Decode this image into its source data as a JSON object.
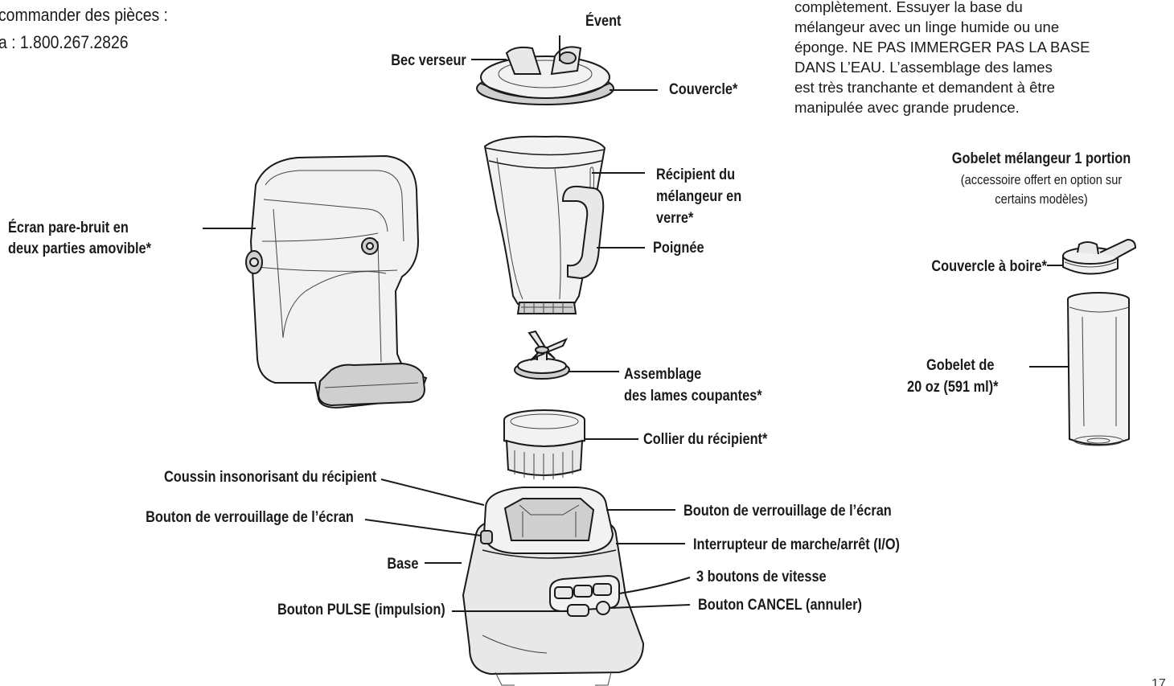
{
  "intro": {
    "line1": "commander des pièces :",
    "line2": "a : 1.800.267.2826"
  },
  "care_text": {
    "line1": "complètement. Essuyer la base du",
    "line2": "mélangeur avec un linge humide ou une",
    "line3": "éponge. NE PAS IMMERGER PAS LA BASE",
    "line4": "DANS L’EAU. L’assemblage des lames",
    "line5": "est très tranchante et demandent à être",
    "line6": "manipulée avec grande prudence."
  },
  "labels": {
    "event": "Évent",
    "bec_verseur": "Bec verseur",
    "couvercle": "Couvercle*",
    "recipient_1": "Récipient du",
    "recipient_2": "mélangeur en",
    "recipient_3": "verre*",
    "poignee": "Poignée",
    "ecran_1": "Écran pare-bruit en",
    "ecran_2": "deux parties amovible*",
    "lames_1": "Assemblage",
    "lames_2": "des lames coupantes*",
    "collier": "Collier du récipient*",
    "coussin": "Coussin insonorisant du récipient",
    "verrou_gauche": "Bouton de verrouillage de l’écran",
    "verrou_droite": "Bouton de verrouillage de l’écran",
    "interrupteur": "Interrupteur de marche/arrêt (I/O)",
    "base": "Base",
    "vitesse": "3 boutons de vitesse",
    "pulse": "Bouton PULSE (impulsion)",
    "cancel": "Bouton CANCEL (annuler)",
    "gobelet_titre": "Gobelet mélangeur 1 portion",
    "gobelet_note_1": "(accessoire offert en option sur",
    "gobelet_note_2": "certains modèles)",
    "couvercle_boire": "Couvercle à boire*",
    "gobelet_1": "Gobelet de",
    "gobelet_2": "20 oz (591 ml)*"
  },
  "page_number": "17",
  "colors": {
    "ink": "#1a1a1a",
    "part_fill": "#e8e8e8"
  }
}
